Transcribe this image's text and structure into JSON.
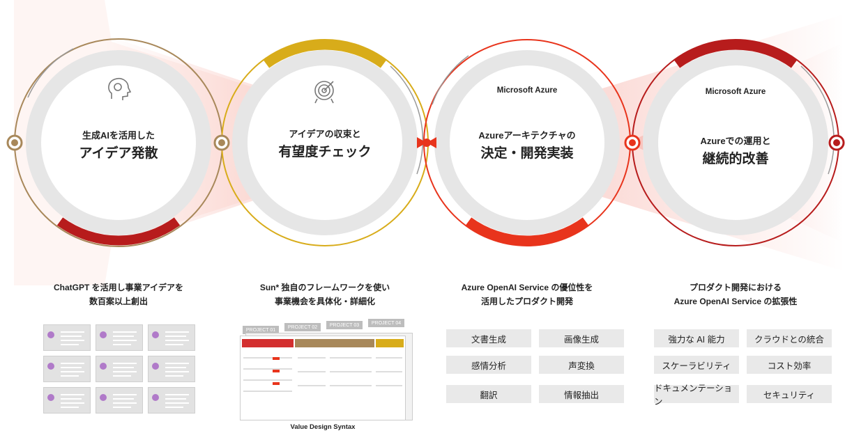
{
  "stages": [
    {
      "sub": "生成AIを活用した",
      "main": "アイデア発散",
      "icon": "brain-head-icon",
      "brand": ""
    },
    {
      "sub": "アイデアの収束と",
      "main": "有望度チェック",
      "icon": "target-icon",
      "brand": ""
    },
    {
      "sub": "Azureアーキテクチャの",
      "main": "決定・開発実装",
      "icon": "",
      "brand": "Microsoft Azure"
    },
    {
      "sub": "Azureでの運用と",
      "main": "継続的改善",
      "icon": "",
      "brand": "Microsoft Azure"
    }
  ],
  "captions": [
    {
      "line1": "ChatGPT を活用し事業アイデアを",
      "line2": "数百案以上創出"
    },
    {
      "line1": "Sun* 独自のフレームワークを使い",
      "line2": "事業機会を具体化・詳細化"
    },
    {
      "line1": "Azure OpenAI Service の優位性を",
      "line2": "活用したプロダクト開発"
    },
    {
      "line1": "プロダクト開発における",
      "line2": "Azure OpenAI Service の拡張性"
    }
  ],
  "features_dev": [
    "文書生成",
    "画像生成",
    "感情分析",
    "声変換",
    "翻訳",
    "情報抽出"
  ],
  "features_scale": [
    "強力な AI 能力",
    "クラウドとの統合",
    "スケーラビリティ",
    "コスト効率",
    "ドキュメンテーション",
    "セキュリティ"
  ],
  "framework": {
    "tabs": [
      "PROJECT 01",
      "PROJECT 02",
      "PROJECT 03",
      "PROJECT 04"
    ],
    "label": "Value Design Syntax"
  },
  "colors": {
    "brown": "#a8885a",
    "gold": "#d8ac1a",
    "red": "#e8341c",
    "dark_red": "#b71c1c",
    "ring_grey": "#e6e6e6"
  }
}
